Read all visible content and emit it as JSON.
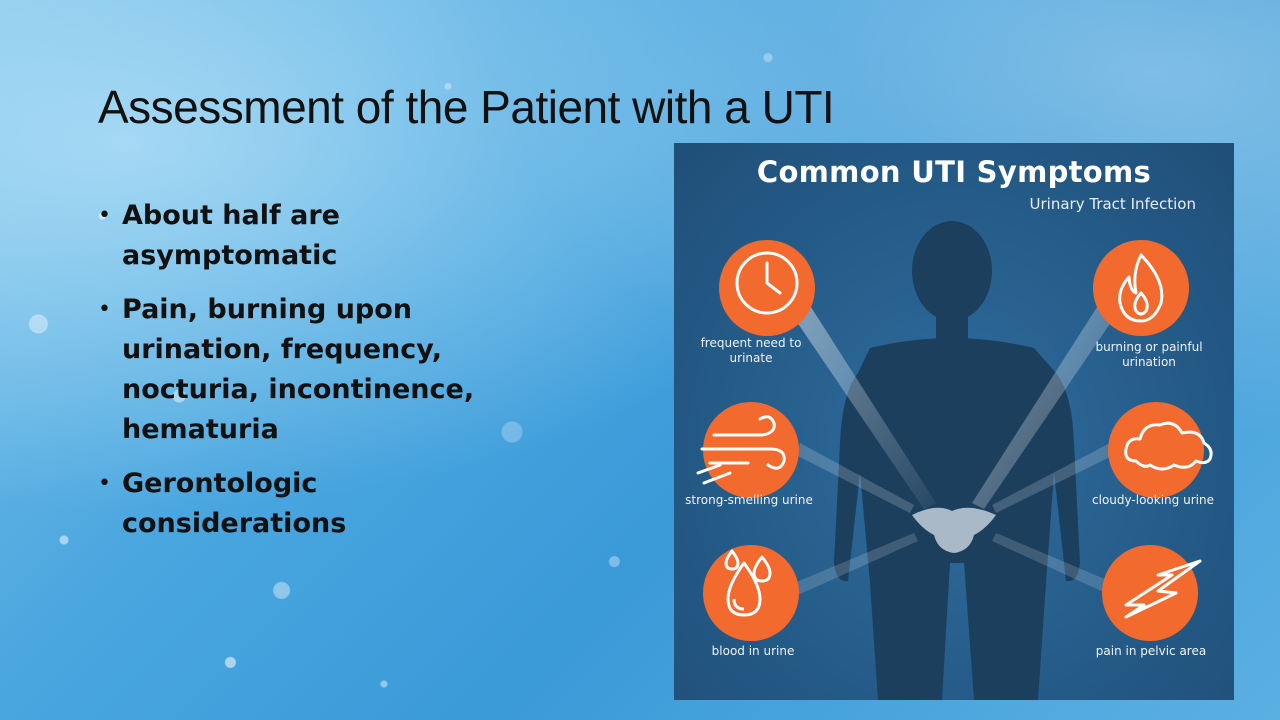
{
  "slide": {
    "title": "Assessment of the Patient with a UTI",
    "bullets": [
      "About half are asymptomatic",
      "Pain, burning upon urination, frequency, nocturia, incontinence, hematuria",
      "Gerontologic considerations"
    ],
    "bullet_glyph": "•"
  },
  "infographic": {
    "title": "Common UTI Symptoms",
    "subtitle": "Urinary Tract Infection",
    "symptoms": [
      {
        "label": "frequent need to urinate",
        "icon": "clock-icon"
      },
      {
        "label": "burning or painful urination",
        "icon": "flame-icon"
      },
      {
        "label": "strong-smelling urine",
        "icon": "wind-icon"
      },
      {
        "label": "cloudy-looking urine",
        "icon": "cloud-icon"
      },
      {
        "label": "blood in urine",
        "icon": "drops-icon"
      },
      {
        "label": "pain in pelvic area",
        "icon": "lightning-icon"
      }
    ],
    "colors": {
      "icon_circle": "#f26a2e",
      "background": "#275f8d",
      "silhouette": "#1c3f5e",
      "bladder": "#a9b9c7"
    }
  }
}
